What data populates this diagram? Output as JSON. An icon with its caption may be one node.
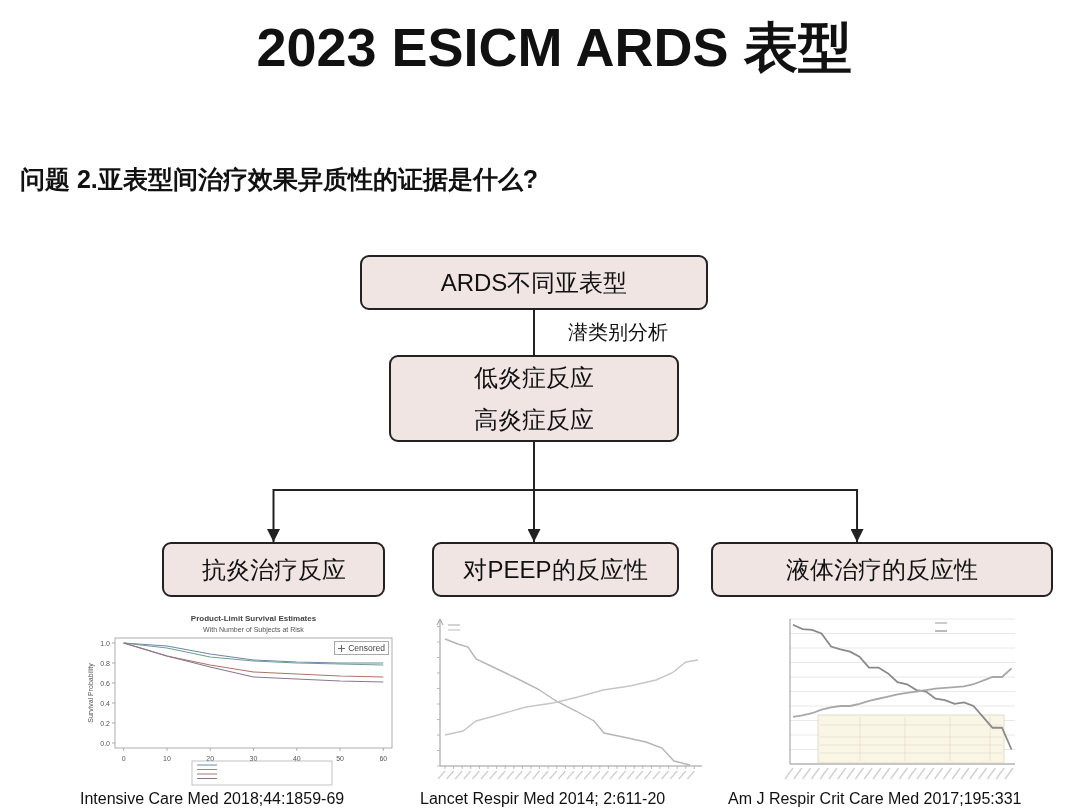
{
  "diagram": {
    "title": "2023 ESICM ARDS 表型",
    "nodes": [
      {
        "text": [
          "ARDS不同亚表型"
        ]
      },
      {
        "text": [
          "低炎症反应",
          "高炎症反应"
        ]
      },
      {
        "text": [
          "抗炎治疗反应"
        ]
      },
      {
        "text": [
          "对PEEP的反应性"
        ]
      },
      {
        "text": [
          "液体治疗的反应性"
        ]
      }
    ],
    "edges": [
      {
        "from": 0,
        "to": 1,
        "arrow": "none",
        "label": "潜类别分析"
      },
      {
        "from": 1,
        "to": 2,
        "arrow": "to"
      },
      {
        "from": 1,
        "to": 3,
        "arrow": "to"
      },
      {
        "from": 1,
        "to": 4,
        "arrow": "to"
      }
    ],
    "labels": [
      "问题 2.亚表型间治疗效果异质性的证据是什么?",
      "Intensive Care Med 2018;44:1859-69",
      "Lancet Respir Med 2014; 2:611-20",
      "Am J Respir Crit Care Med 2017;195:331"
    ],
    "chart_data": {
      "type": "line",
      "title": "Product-Limit Survival Estimates",
      "ylabel": "Survival Probability",
      "x": [
        0,
        10,
        20,
        30,
        40,
        50,
        60
      ],
      "series": [
        {
          "color": "#6f88a8",
          "values": [
            1.0,
            0.97,
            0.89,
            0.83,
            0.81,
            0.8,
            0.8
          ]
        },
        {
          "color": "#6f9e92",
          "values": [
            1.0,
            0.95,
            0.86,
            0.82,
            0.8,
            0.79,
            0.78
          ]
        },
        {
          "color": "#a9766a",
          "values": [
            1.0,
            0.87,
            0.78,
            0.71,
            0.69,
            0.67,
            0.66
          ]
        },
        {
          "color": "#8c7590",
          "values": [
            1.0,
            0.87,
            0.76,
            0.66,
            0.64,
            0.62,
            0.61
          ]
        }
      ],
      "xlim": [
        -2,
        62
      ],
      "ylim": [
        -0.05,
        1.05
      ],
      "xticks": [
        0,
        10,
        20,
        30,
        40,
        50,
        60
      ],
      "yticks": [
        {
          "value": 0,
          "label": "0.0"
        },
        {
          "value": 0.2,
          "label": "0.2"
        },
        {
          "value": 0.4,
          "label": "0.4"
        },
        {
          "value": 0.6,
          "label": "0.6"
        },
        {
          "value": 0.8,
          "label": "0.8"
        },
        {
          "value": 1,
          "label": "1.0"
        }
      ],
      "annotations": [
        "With Number of Subjects at Risk",
        "Censored"
      ]
    }
  }
}
